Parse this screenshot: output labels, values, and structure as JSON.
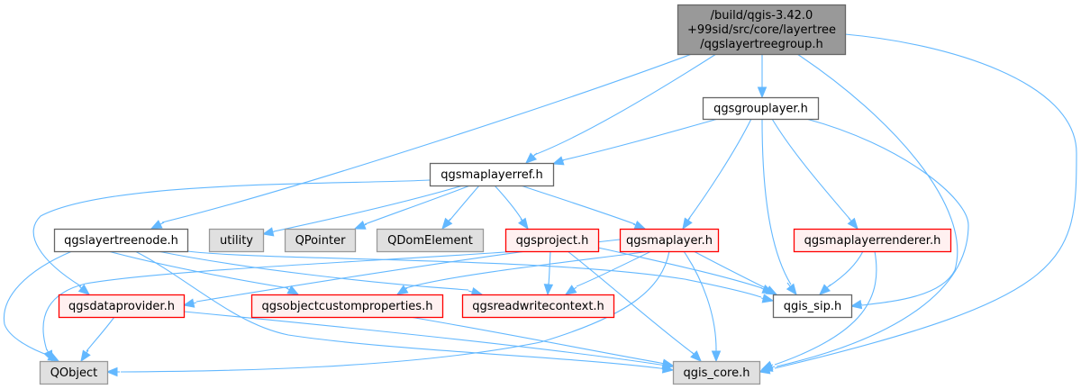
{
  "diagram": {
    "type": "include-dependency-graph",
    "colors": {
      "root_fill": "#999999",
      "root_border": "#666666",
      "documented_fill": "#ffffff",
      "documented_border": "#666666",
      "truncated_fill": "#fff0f0",
      "truncated_border": "#ff0000",
      "external_fill": "#e0e0e0",
      "external_border": "#999999",
      "edge": "#63b8ff"
    },
    "nodes": [
      {
        "id": "root",
        "lines": [
          "/build/qgis-3.42.0",
          "+99sid/src/core/layertree",
          "/qgslayertreegroup.h"
        ],
        "kind": "root"
      },
      {
        "id": "qgsgrouplayer",
        "lines": [
          "qgsgrouplayer.h"
        ],
        "kind": "documented"
      },
      {
        "id": "qgsmaplayerref",
        "lines": [
          "qgsmaplayerref.h"
        ],
        "kind": "documented"
      },
      {
        "id": "qgslayertreenode",
        "lines": [
          "qgslayertreenode.h"
        ],
        "kind": "documented"
      },
      {
        "id": "utility",
        "lines": [
          "utility"
        ],
        "kind": "external"
      },
      {
        "id": "QPointer",
        "lines": [
          "QPointer"
        ],
        "kind": "external"
      },
      {
        "id": "QDomElement",
        "lines": [
          "QDomElement"
        ],
        "kind": "external"
      },
      {
        "id": "qgsproject",
        "lines": [
          "qgsproject.h"
        ],
        "kind": "truncated"
      },
      {
        "id": "qgsmaplayer",
        "lines": [
          "qgsmaplayer.h"
        ],
        "kind": "truncated"
      },
      {
        "id": "qgsmaplayerrenderer",
        "lines": [
          "qgsmaplayerrenderer.h"
        ],
        "kind": "truncated"
      },
      {
        "id": "qgsdataprovider",
        "lines": [
          "qgsdataprovider.h"
        ],
        "kind": "truncated"
      },
      {
        "id": "qgsobjectcustomproperties",
        "lines": [
          "qgsobjectcustomproperties.h"
        ],
        "kind": "truncated"
      },
      {
        "id": "qgsreadwritecontext",
        "lines": [
          "qgsreadwritecontext.h"
        ],
        "kind": "truncated"
      },
      {
        "id": "qgis_sip",
        "lines": [
          "qgis_sip.h"
        ],
        "kind": "documented"
      },
      {
        "id": "QObject",
        "lines": [
          "QObject"
        ],
        "kind": "external"
      },
      {
        "id": "qgis_core",
        "lines": [
          "qgis_core.h"
        ],
        "kind": "external"
      }
    ],
    "edges": [
      {
        "from": "root",
        "to": "qgsgrouplayer"
      },
      {
        "from": "root",
        "to": "qgsmaplayerref"
      },
      {
        "from": "root",
        "to": "qgslayertreenode"
      },
      {
        "from": "root",
        "to": "qgis_sip"
      },
      {
        "from": "root",
        "to": "qgis_core"
      },
      {
        "from": "qgsgrouplayer",
        "to": "qgsmaplayerref"
      },
      {
        "from": "qgsgrouplayer",
        "to": "qgsmaplayer"
      },
      {
        "from": "qgsgrouplayer",
        "to": "qgsmaplayerrenderer"
      },
      {
        "from": "qgsgrouplayer",
        "to": "qgis_sip"
      },
      {
        "from": "qgsgrouplayer",
        "to": "qgis_core"
      },
      {
        "from": "qgsmaplayerref",
        "to": "utility"
      },
      {
        "from": "qgsmaplayerref",
        "to": "QPointer"
      },
      {
        "from": "qgsmaplayerref",
        "to": "QDomElement"
      },
      {
        "from": "qgsmaplayerref",
        "to": "qgsproject"
      },
      {
        "from": "qgsmaplayerref",
        "to": "qgsmaplayer"
      },
      {
        "from": "qgsmaplayerref",
        "to": "qgsdataprovider"
      },
      {
        "from": "qgslayertreenode",
        "to": "QObject"
      },
      {
        "from": "qgslayertreenode",
        "to": "qgsobjectcustomproperties"
      },
      {
        "from": "qgslayertreenode",
        "to": "qgsreadwritecontext"
      },
      {
        "from": "qgslayertreenode",
        "to": "qgis_sip"
      },
      {
        "from": "qgslayertreenode",
        "to": "qgis_core"
      },
      {
        "from": "qgsproject",
        "to": "qgsreadwritecontext"
      },
      {
        "from": "qgsproject",
        "to": "qgis_sip"
      },
      {
        "from": "qgsproject",
        "to": "qgis_core"
      },
      {
        "from": "qgsproject",
        "to": "QObject"
      },
      {
        "from": "qgsmaplayer",
        "to": "qgsdataprovider"
      },
      {
        "from": "qgsmaplayer",
        "to": "qgsobjectcustomproperties"
      },
      {
        "from": "qgsmaplayer",
        "to": "qgsreadwritecontext"
      },
      {
        "from": "qgsmaplayer",
        "to": "qgis_sip"
      },
      {
        "from": "qgsmaplayer",
        "to": "qgis_core"
      },
      {
        "from": "qgsmaplayer",
        "to": "QObject"
      },
      {
        "from": "qgsmaplayerrenderer",
        "to": "qgis_sip"
      },
      {
        "from": "qgsmaplayerrenderer",
        "to": "qgis_core"
      },
      {
        "from": "qgsdataprovider",
        "to": "QObject"
      },
      {
        "from": "qgsdataprovider",
        "to": "qgis_core"
      },
      {
        "from": "qgsobjectcustomproperties",
        "to": "qgis_core"
      }
    ]
  }
}
